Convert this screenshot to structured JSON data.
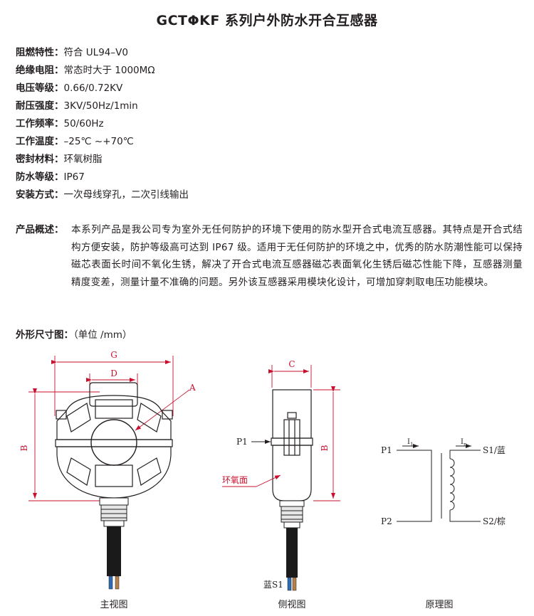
{
  "title": "GCTΦKF 系列户外防水开合互感器",
  "specs": [
    {
      "label": "阻燃特性：",
      "value": "符合 UL94–V0"
    },
    {
      "label": "绝缘电阻：",
      "value": "常态时大于 1000MΩ"
    },
    {
      "label": "电压等级：",
      "value": "0.66/0.72KV"
    },
    {
      "label": "耐压强度：",
      "value": "3KV/50Hz/1min"
    },
    {
      "label": "工作频率：",
      "value": "50/60Hz"
    },
    {
      "label": "工作温度：",
      "value": "–25℃ ~+70℃"
    },
    {
      "label": "密封材料：",
      "value": "环氧树脂"
    },
    {
      "label": "防水等级：",
      "value": "IP67"
    },
    {
      "label": "安装方式：",
      "value": "一次母线穿孔，二次引线输出"
    }
  ],
  "overview": {
    "label": "产品概述：",
    "text": "本系列产品是我公司专为室外无任何防护的环境下使用的防水型开合式电流互感器。其特点是开合式结构方便安装，防护等级高可达到 IP67 级。适用于无任何防护的环境之中，优秀的防水防潮性能可以保持磁芯表面长时间不氧化生锈，解决了开合式电流互感器磁芯表面氧化生锈后磁芯性能下降，互感器测量精度变差，测量计量不准确的问题。另外该互感器采用模块化设计，可增加穿刺取电压功能模块。"
  },
  "dimension_title": {
    "label": "外形尺寸图：",
    "unit": "（单位 /mm）"
  },
  "figures": {
    "front": {
      "caption": "主视图",
      "dim_g": "G",
      "dim_d": "D",
      "dim_b": "B",
      "callout_a": "A"
    },
    "side": {
      "caption": "侧视图",
      "dim_c": "C",
      "dim_b": "B",
      "p1": "P1",
      "epoxy_label": "环氧面",
      "lead_label": "蓝S1"
    },
    "principle": {
      "caption": "原理图",
      "p1": "P1",
      "p2": "P2",
      "s1": "S1/蓝",
      "s2": "S2/棕",
      "i_primary": "I",
      "i_primary_sub": "1",
      "i_secondary": "I",
      "i_secondary_sub": "n"
    }
  },
  "colors": {
    "text": "#231f20",
    "dimension_red": "#c8102e",
    "cable_black": "#1a1a1a",
    "wire_blue": "#2e6db4",
    "wire_brown": "#b5804a"
  }
}
